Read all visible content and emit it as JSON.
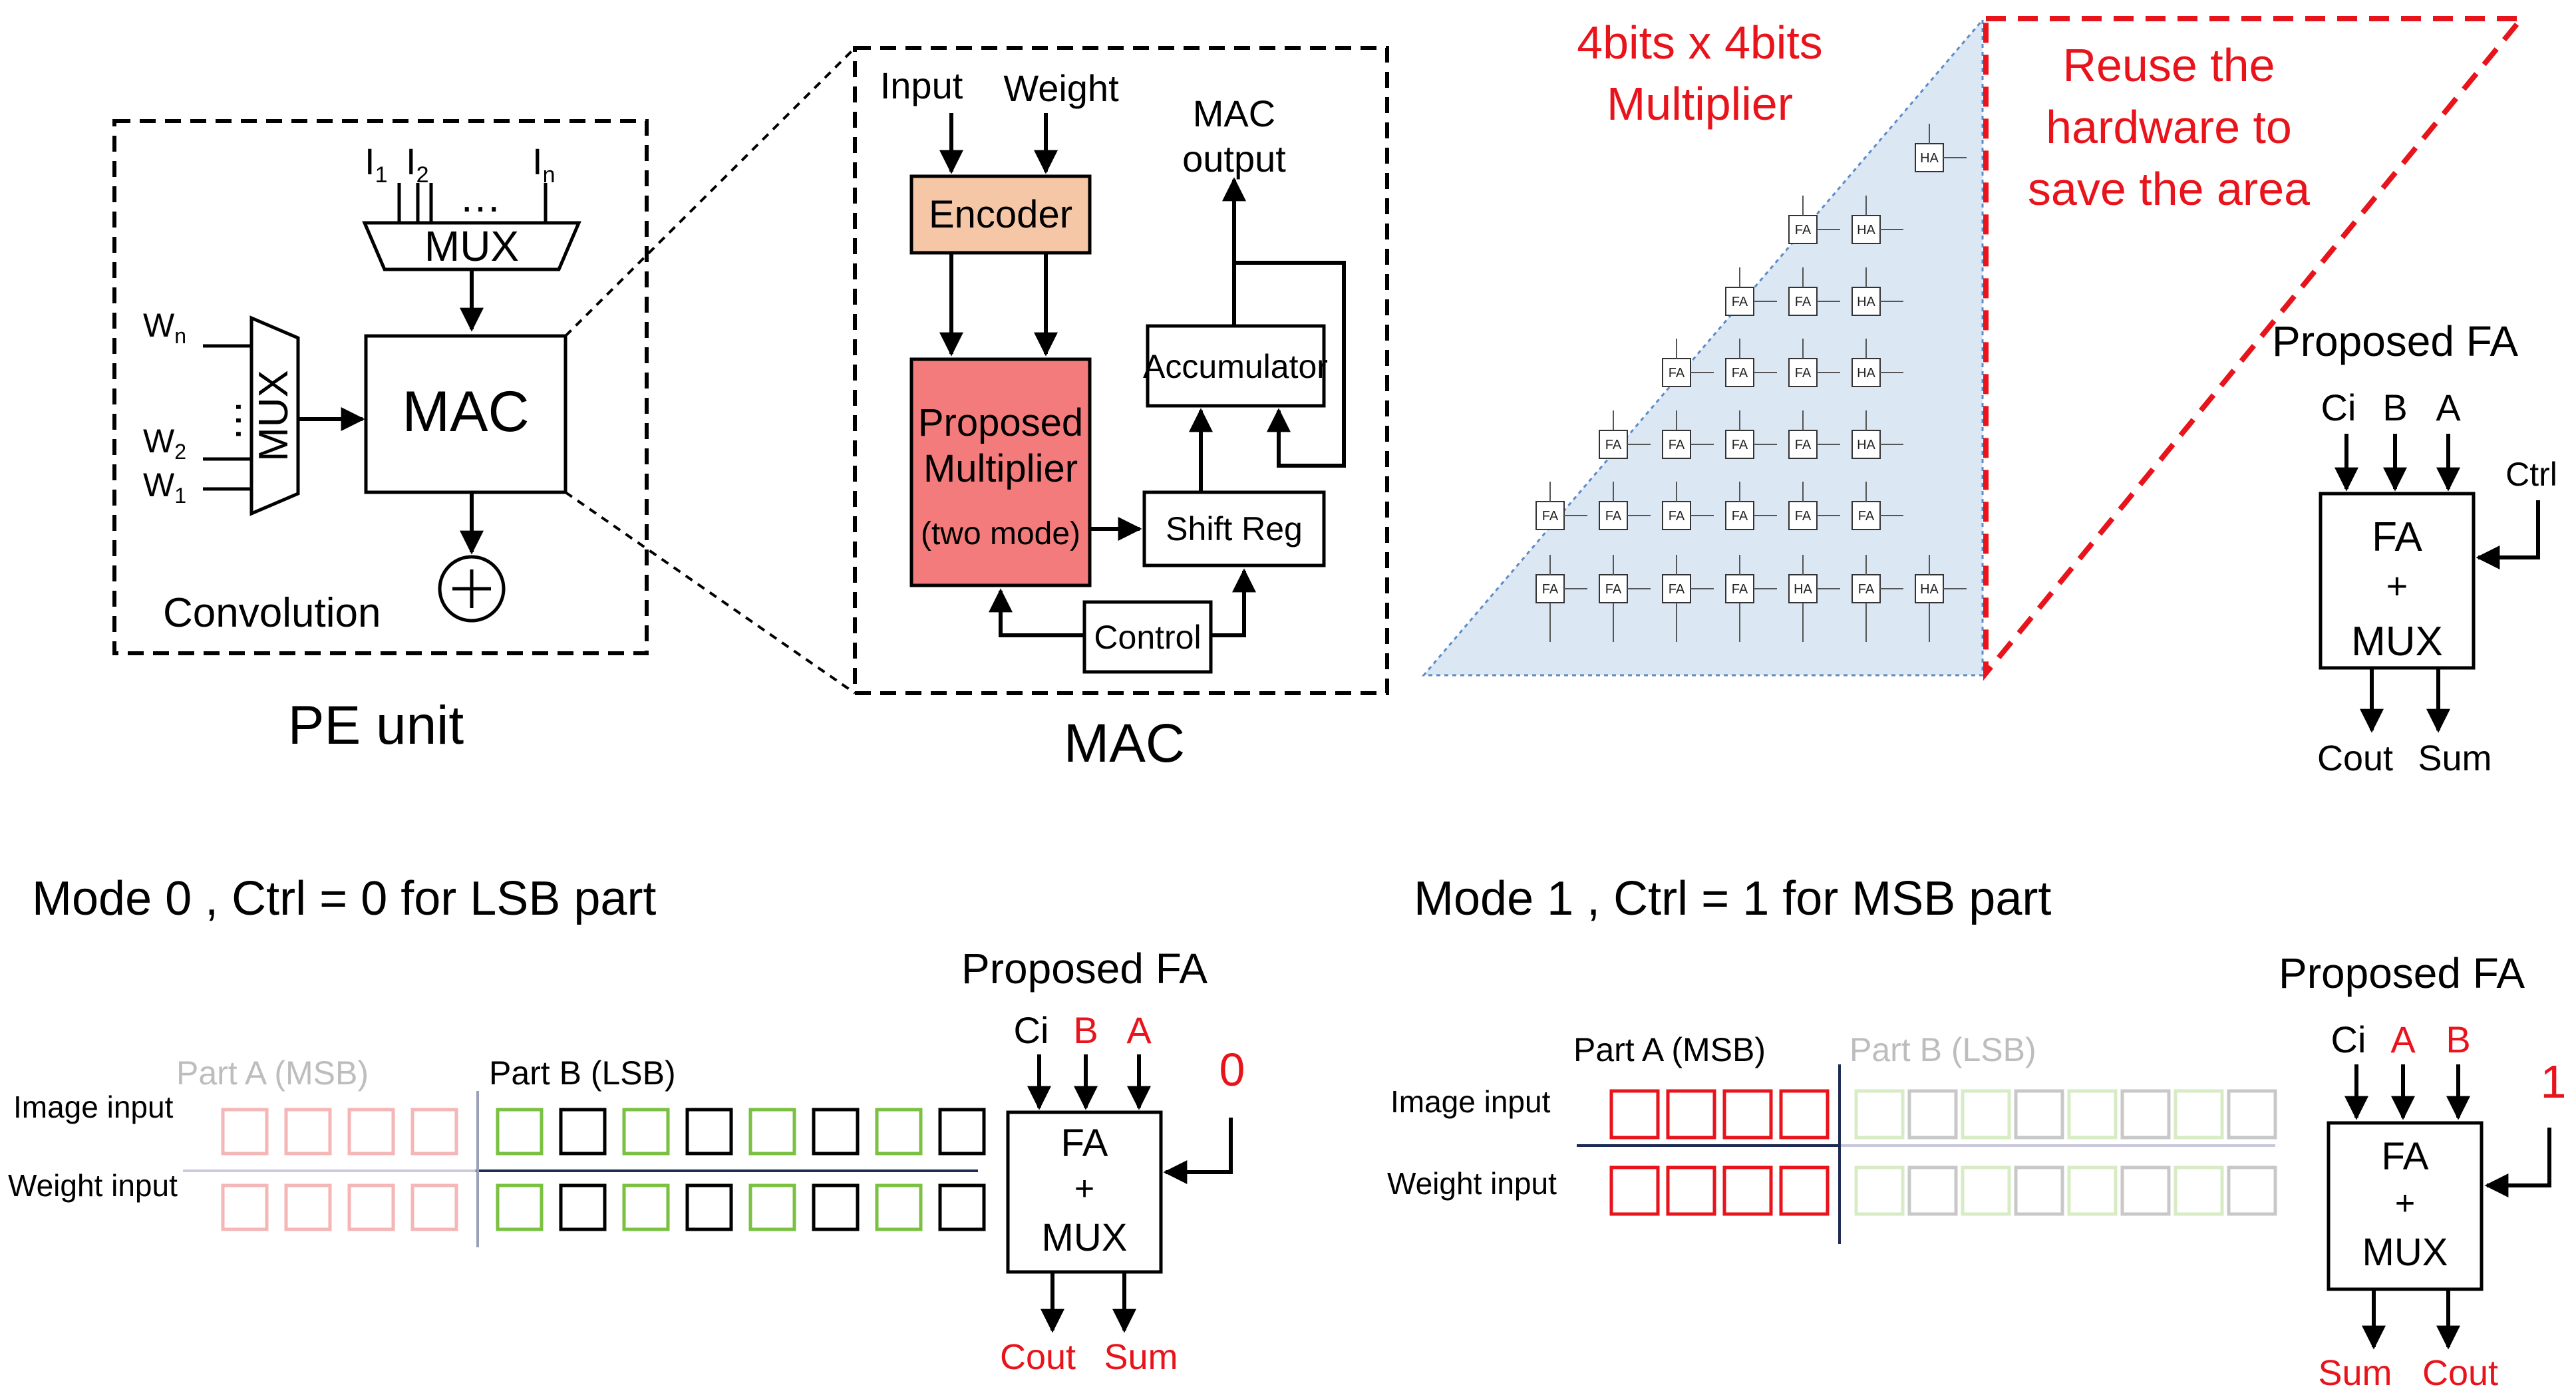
{
  "colors": {
    "encoder_fill": "#f6c7a6",
    "multiplier_fill": "#f47b7b",
    "triangle_fill": "#dbe7f3",
    "red": "#e8131b",
    "green": "#7ac142",
    "pink_faded": "#f4b6b6",
    "gray_faded": "#c8c8c8",
    "green_faded": "#d7ecc4"
  },
  "pe": {
    "inputs_top": [
      "I",
      "1",
      "I",
      "2",
      "…",
      "I",
      "n"
    ],
    "mux_top": "MUX",
    "mux_left": "MUX",
    "w_labels": [
      "W",
      "n",
      "W",
      "2",
      "W",
      "1"
    ],
    "dots_vertical": "…",
    "mac": "MAC",
    "conv": "Convolution",
    "plus": "+",
    "caption": "PE unit"
  },
  "mac": {
    "input": "Input",
    "weight": "Weight",
    "mac_output_1": "MAC",
    "mac_output_2": "output",
    "encoder": "Encoder",
    "proposed_1": "Proposed",
    "proposed_2": "Multiplier",
    "proposed_3": "(two mode)",
    "accumulator": "Accumulator",
    "shift_reg": "Shift Reg",
    "control": "Control",
    "caption": "MAC"
  },
  "mult": {
    "title_1": "4bits x 4bits",
    "title_2": "Multiplier",
    "reuse_1": "Reuse the",
    "reuse_2": "hardware to",
    "reuse_3": "save the area",
    "cell_fa": "FA",
    "cell_ha": "HA"
  },
  "fa_top": {
    "title": "Proposed FA",
    "ci": "Ci",
    "b": "B",
    "a": "A",
    "ctrl": "Ctrl",
    "fa": "FA",
    "plus": "+",
    "mux": "MUX",
    "cout": "Cout",
    "sum": "Sum"
  },
  "mode0": {
    "heading": "Mode 0 , Ctrl = 0  for LSB part",
    "part_a": "Part A (MSB)",
    "part_b": "Part B (LSB)",
    "image_input": "Image input",
    "weight_input": "Weight input",
    "fa_title": "Proposed FA",
    "ci": "Ci",
    "b": "B",
    "a": "A",
    "ctrl_value": "0",
    "fa": "FA",
    "plus": "+",
    "mux": "MUX",
    "cout": "Cout",
    "sum": "Sum"
  },
  "mode1": {
    "heading": "Mode 1 , Ctrl = 1  for MSB part",
    "part_a": "Part A (MSB)",
    "part_b": "Part B (LSB)",
    "image_input": "Image input",
    "weight_input": "Weight input",
    "fa_title": "Proposed FA",
    "ci": "Ci",
    "a": "A",
    "b": "B",
    "ctrl_value": "1",
    "fa": "FA",
    "plus": "+",
    "mux": "MUX",
    "sum": "Sum",
    "cout": "Cout"
  }
}
